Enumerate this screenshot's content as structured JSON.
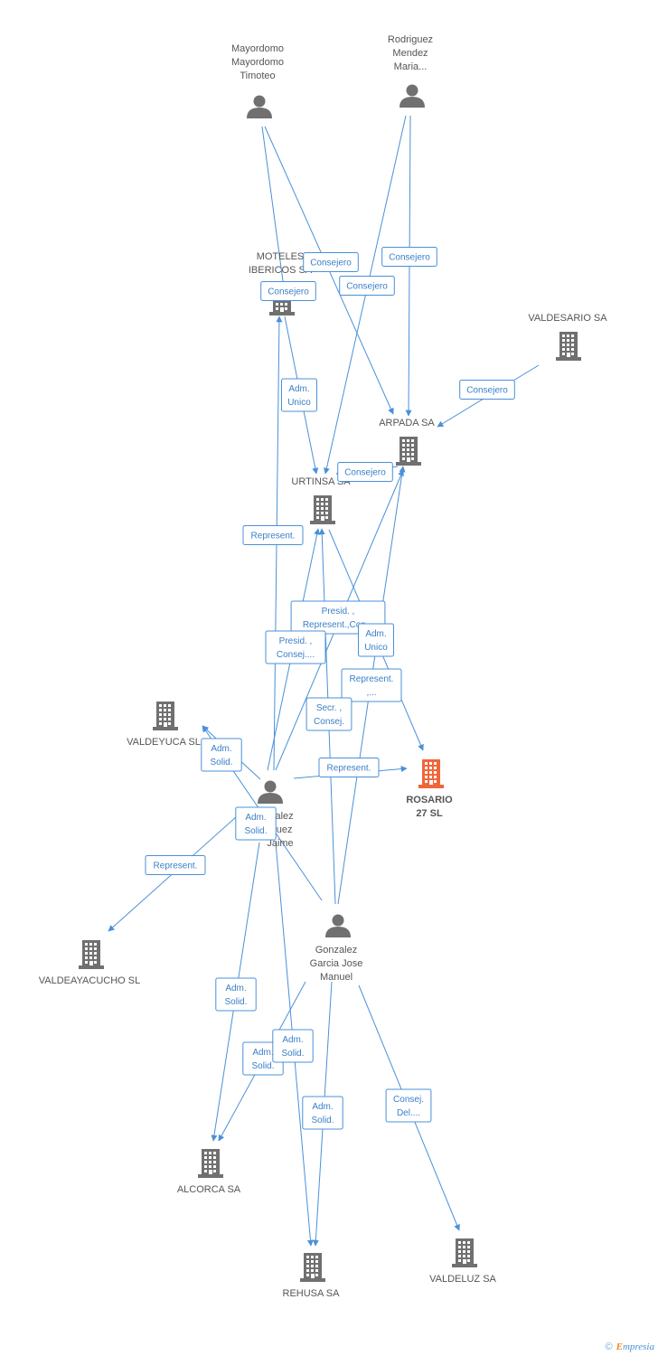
{
  "colors": {
    "edge": "#4a90d9",
    "company": "#707070",
    "person": "#707070",
    "focus": "#f0663b",
    "label": "#555555"
  },
  "nodes": [
    {
      "id": "mayordomo",
      "type": "person",
      "lines": [
        "Mayordomo",
        "Mayordomo",
        "Timoteo"
      ]
    },
    {
      "id": "rodriguez",
      "type": "person",
      "lines": [
        "Rodriguez",
        "Mendez",
        "Maria..."
      ]
    },
    {
      "id": "moteles",
      "type": "company",
      "lines": [
        "MOTELES",
        "IBERICOS SA"
      ]
    },
    {
      "id": "valdesario",
      "type": "company",
      "lines": [
        "VALDESARIO SA"
      ]
    },
    {
      "id": "arpada",
      "type": "company",
      "lines": [
        "ARPADA SA"
      ]
    },
    {
      "id": "urtinsa",
      "type": "company",
      "lines": [
        "URTINSA SA"
      ]
    },
    {
      "id": "valdeyuca",
      "type": "company",
      "lines": [
        "VALDEYUCA SL"
      ]
    },
    {
      "id": "rosario",
      "type": "focus",
      "lines": [
        "ROSARIO",
        "27 SL"
      ]
    },
    {
      "id": "jaime",
      "type": "person",
      "lines": [
        "...alez",
        "...uez",
        "Jaime"
      ]
    },
    {
      "id": "valdeayacucho",
      "type": "company",
      "lines": [
        "VALDEAYACUCHO SL"
      ]
    },
    {
      "id": "gonzalez",
      "type": "person",
      "lines": [
        "Gonzalez",
        "Garcia Jose",
        "Manuel"
      ]
    },
    {
      "id": "alcorca",
      "type": "company",
      "lines": [
        "ALCORCA SA"
      ]
    },
    {
      "id": "rehusa",
      "type": "company",
      "lines": [
        "REHUSA SA"
      ]
    },
    {
      "id": "valdeluz",
      "type": "company",
      "lines": [
        "VALDELUZ SA"
      ]
    }
  ],
  "edges": [
    {
      "id": "e1",
      "from": "mayordomo",
      "to": "moteles",
      "label": [
        "Consejero"
      ]
    },
    {
      "id": "e2",
      "from": "mayordomo",
      "to": "arpada",
      "label": [
        "Consejero"
      ]
    },
    {
      "id": "e3",
      "from": "rodriguez",
      "to": "urtinsa",
      "label": [
        "Consejero"
      ]
    },
    {
      "id": "e4",
      "from": "rodriguez",
      "to": "arpada",
      "label": [
        "Consejero"
      ]
    },
    {
      "id": "e5",
      "from": "valdesario",
      "to": "arpada",
      "label": [
        "Consejero"
      ]
    },
    {
      "id": "e6",
      "from": "moteles",
      "to": "urtinsa",
      "label": [
        "Adm.",
        "Unico"
      ]
    },
    {
      "id": "e7",
      "from": "arpada",
      "to": "urtinsa",
      "label": [
        "Consejero"
      ]
    },
    {
      "id": "e8",
      "from": "jaime",
      "to": "moteles",
      "label": [
        "Represent."
      ]
    },
    {
      "id": "e9",
      "from": "jaime",
      "to": "arpada",
      "label": [
        "Presid. ,",
        "Represent.,Con..."
      ]
    },
    {
      "id": "e10",
      "from": "jaime",
      "to": "urtinsa",
      "label": [
        "Presid. ,",
        "Consej...."
      ]
    },
    {
      "id": "e11",
      "from": "urtinsa",
      "to": "rosario",
      "label": [
        "Adm.",
        "Unico"
      ]
    },
    {
      "id": "e12",
      "from": "gonzalez",
      "to": "arpada",
      "label": [
        "Represent.",
        ",..."
      ]
    },
    {
      "id": "e13",
      "from": "gonzalez",
      "to": "urtinsa",
      "label": [
        "Secr. ,",
        "Consej."
      ]
    },
    {
      "id": "e14",
      "from": "jaime",
      "to": "rosario",
      "label": [
        "Represent."
      ]
    },
    {
      "id": "e15",
      "from": "jaime",
      "to": "valdeyuca",
      "label": [
        "Adm.",
        "Solid."
      ]
    },
    {
      "id": "e16",
      "from": "gonzalez",
      "to": "valdeyuca",
      "label": [
        "Adm.",
        "Solid."
      ]
    },
    {
      "id": "e17",
      "from": "jaime",
      "to": "valdeayacucho",
      "label": [
        "Represent."
      ]
    },
    {
      "id": "e18",
      "from": "jaime",
      "to": "alcorca",
      "label": [
        "Adm.",
        "Solid."
      ]
    },
    {
      "id": "e19",
      "from": "gonzalez",
      "to": "alcorca",
      "label": [
        "Adm.",
        "Solid."
      ]
    },
    {
      "id": "e20",
      "from": "jaime",
      "to": "rehusa",
      "label": [
        "Adm.",
        "Solid."
      ]
    },
    {
      "id": "e21",
      "from": "gonzalez",
      "to": "rehusa",
      "label": [
        "Adm.",
        "Solid."
      ]
    },
    {
      "id": "e22",
      "from": "gonzalez",
      "to": "valdeluz",
      "label": [
        "Consej.",
        "Del...."
      ]
    }
  ],
  "footer": {
    "copyright": "©",
    "brand_initial": "E",
    "brand_rest": "mpresia"
  }
}
